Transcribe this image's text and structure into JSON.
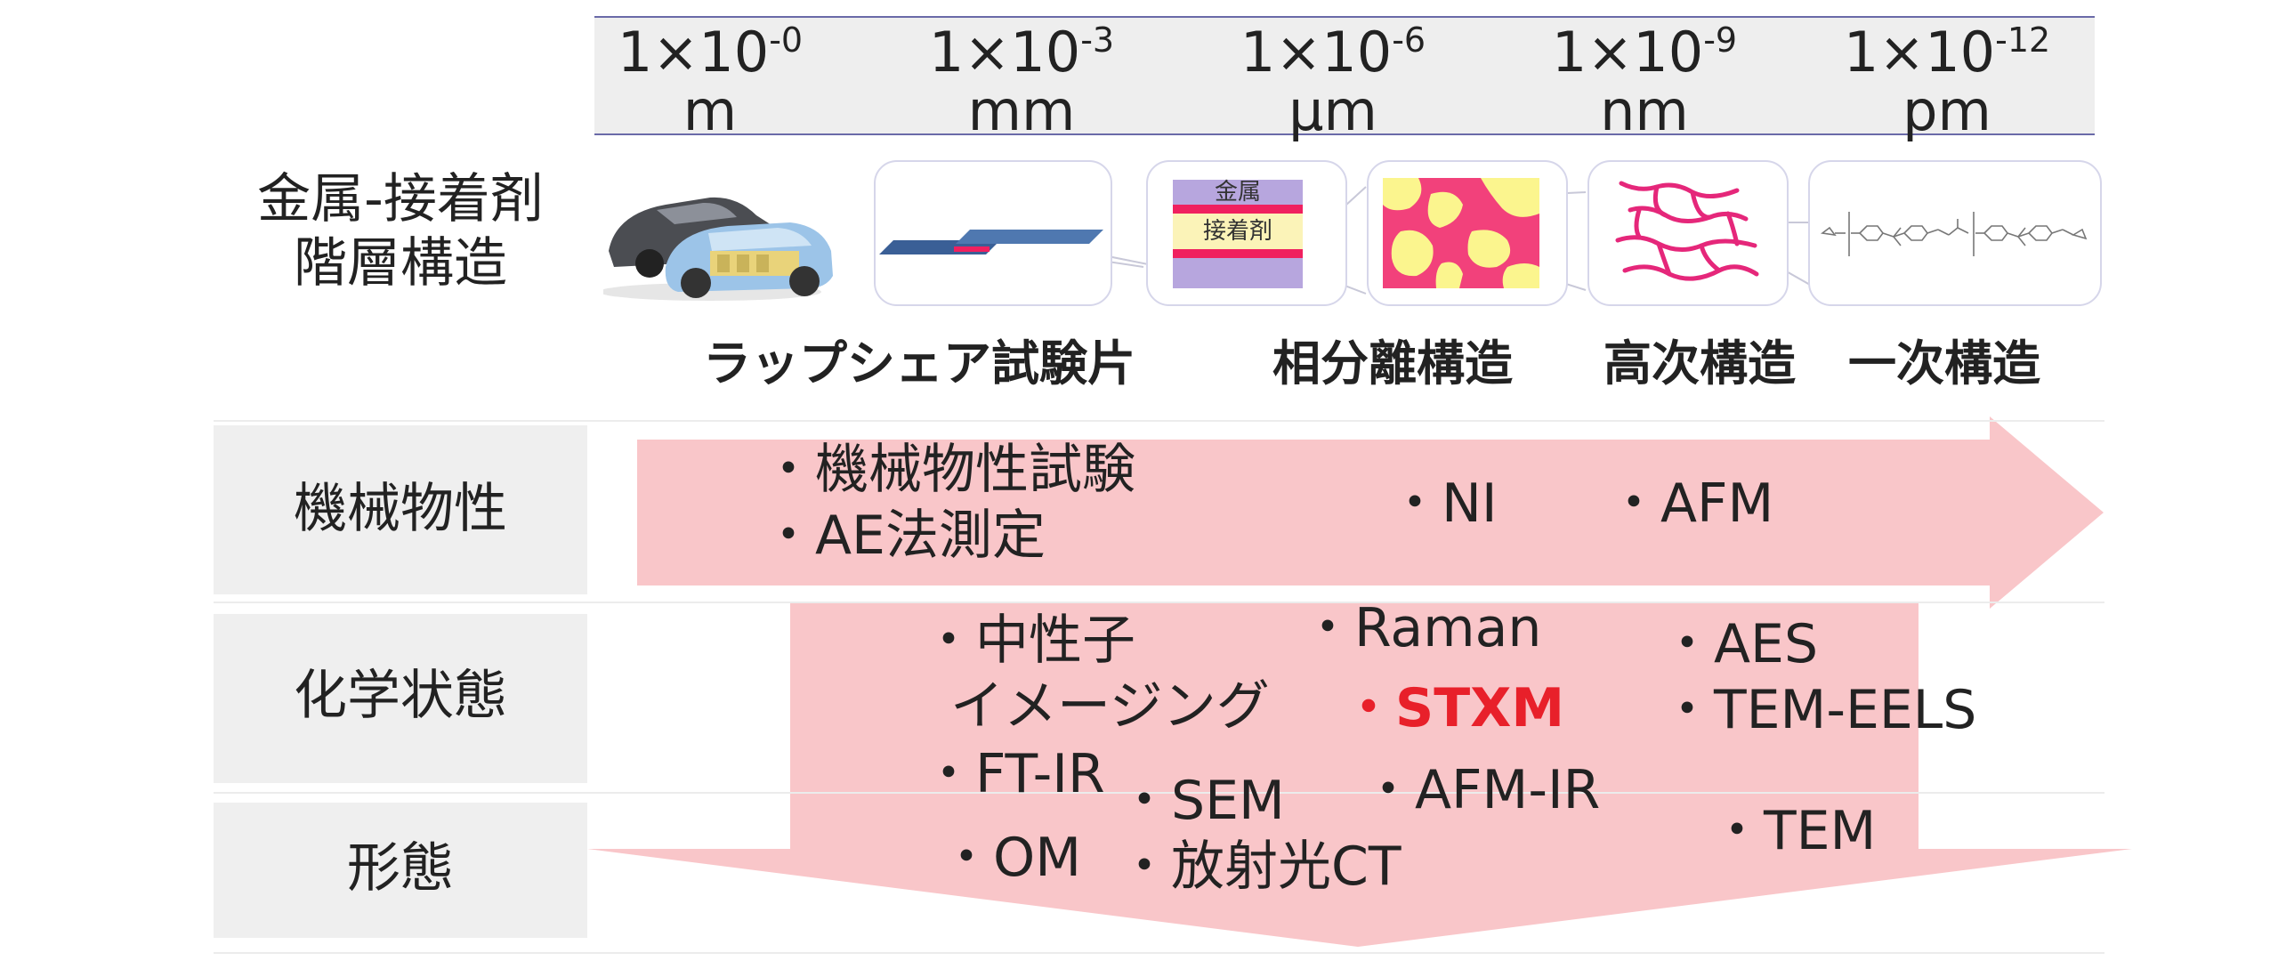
{
  "scale": [
    {
      "base": "1×10",
      "exp": "-0",
      "unit": "m"
    },
    {
      "base": "1×10",
      "exp": "-3",
      "unit": "mm"
    },
    {
      "base": "1×10",
      "exp": "-6",
      "unit": "μm"
    },
    {
      "base": "1×10",
      "exp": "-9",
      "unit": "nm"
    },
    {
      "base": "1×10",
      "exp": "-12",
      "unit": "pm"
    }
  ],
  "hierarchy": {
    "label_line1": "金属-接着剤",
    "label_line2": "階層構造",
    "layer_labels": {
      "metal": "金属",
      "adhesive": "接着剤"
    },
    "captions": [
      "ラップシェア試験片",
      "相分離構造",
      "高次構造",
      "一次構造"
    ]
  },
  "rows": {
    "mechanical": "機械物性",
    "chemical": "化学状態",
    "morphology": "形態"
  },
  "techniques": {
    "mech_test": "・機械物性試験",
    "ae": "・AE法測定",
    "ni": "・NI",
    "afm": "・AFM",
    "neutron_line1": "・中性子",
    "neutron_line2": "イメージング",
    "raman": "・Raman",
    "stxm": "・STXM",
    "aes": "・AES",
    "tem_eels": "・TEM-EELS",
    "ftir": "・FT-IR",
    "sem": "・SEM",
    "afm_ir": "・AFM-IR",
    "om": "・OM",
    "synchrotron_ct": "・放射光CT",
    "tem": "・TEM"
  },
  "colors": {
    "arrow_fill": "#f9c6c9",
    "highlight": "#e8202a",
    "scale_band": "#eeeeee",
    "scale_rule": "#6a6aa8",
    "label_box": "#efefef",
    "metal": "#b7a6de",
    "adhesive": "#fbf3b8",
    "stripe": "#f0205f",
    "polymer": "#e5277a"
  }
}
